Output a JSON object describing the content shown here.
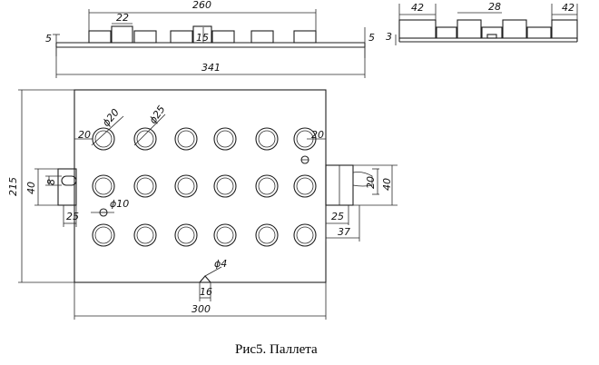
{
  "caption": "Рис5. Паллета",
  "dims": {
    "side_total": "260",
    "side_pitch": "22",
    "side_thick_left": "5",
    "side_thick_right": "5",
    "side_mid": "15",
    "side_length": "341",
    "end_left": "42",
    "end_mid": "28",
    "end_right": "42",
    "end_thick": "3",
    "corner_offset_x": "20",
    "hole_d20": "ϕ20",
    "hole_d25": "ϕ25",
    "corner_offset_x_right": "20",
    "slot_h8": "8",
    "slot_h40": "40",
    "slot_w25": "25",
    "pin_d10": "ϕ10",
    "width_215": "215",
    "handle_h20": "20",
    "handle_h40": "40",
    "handle_w25": "25",
    "handle_w37": "37",
    "notch_d4": "ϕ4",
    "notch_w16": "16",
    "plate_width": "300"
  }
}
